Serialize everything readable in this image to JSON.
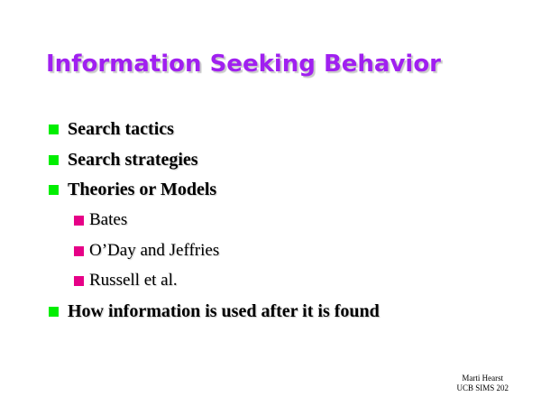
{
  "slide": {
    "title": "Information Seeking Behavior",
    "bullets": [
      {
        "text": "Search tactics",
        "level": 1
      },
      {
        "text": "Search strategies",
        "level": 1
      },
      {
        "text": "Theories or Models",
        "level": 1
      },
      {
        "text": "Bates",
        "level": 2
      },
      {
        "text": "O’Day and Jeffries",
        "level": 2
      },
      {
        "text": "Russell et al.",
        "level": 2
      },
      {
        "text": "How information is used after it is found",
        "level": 1
      }
    ],
    "footer": {
      "line1": "Marti Hearst",
      "line2": "UCB SIMS 202"
    },
    "colors": {
      "title": "#a020f0",
      "level1_marker": "#00ee00",
      "level2_marker": "#e60087",
      "background": "#ffffff"
    }
  }
}
